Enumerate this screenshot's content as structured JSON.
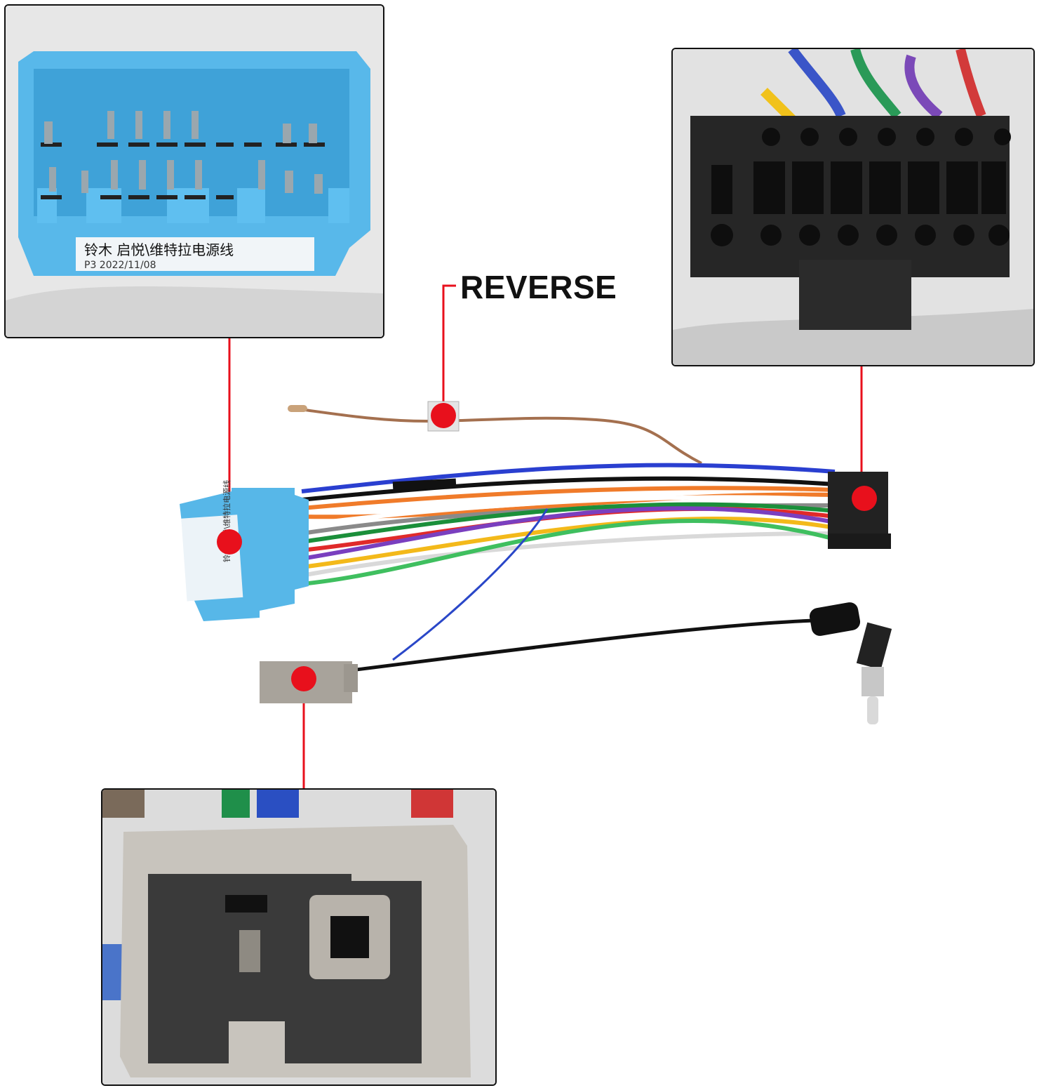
{
  "callout": {
    "label": "REVERSE"
  },
  "connector_label": {
    "line1": "铃木  启悦\\维特拉电源线",
    "line2": "P3  2022/11/08"
  },
  "colors": {
    "marker": "#e8101c",
    "blue_connector": "#57b7e8",
    "black_connector": "#222222",
    "grey_connector": "#a8a39b",
    "reverse_wire": "#a4704f"
  },
  "icons": {
    "marker": "red-dot-icon"
  }
}
